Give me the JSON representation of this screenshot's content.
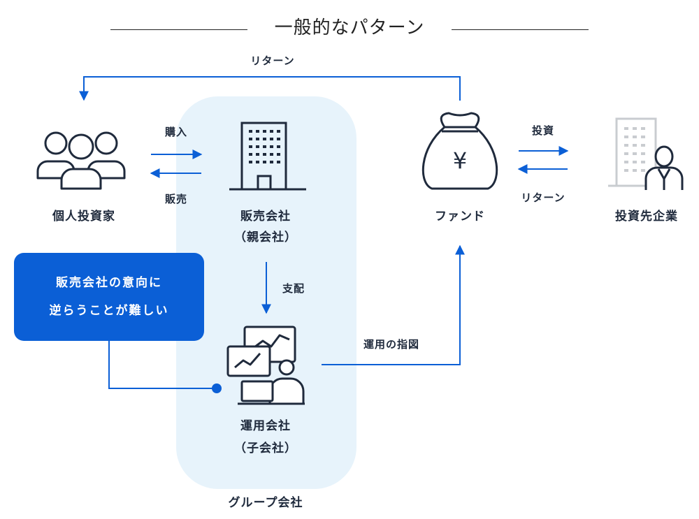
{
  "title": "一般的なパターン",
  "nodes": {
    "investor": {
      "label": "個人投資家"
    },
    "seller": {
      "label_line1": "販売会社",
      "label_line2": "（親会社）"
    },
    "manager": {
      "label_line1": "運用会社",
      "label_line2": "（子会社）"
    },
    "fund": {
      "label": "ファンド",
      "icon_glyph": "¥"
    },
    "company": {
      "label": "投資先企業"
    }
  },
  "group_label": "グループ会社",
  "edges": {
    "return_top": "リターン",
    "purchase": "購入",
    "sale": "販売",
    "control": "支配",
    "instruction": "運用の指図",
    "invest": "投資",
    "return_right": "リターン"
  },
  "note": {
    "line1": "販売会社の意向に",
    "line2": "逆らうことが難しい"
  },
  "colors": {
    "arrow": "#0b5fd6",
    "group_bg": "#e7f3fb",
    "icon_stroke": "#1f2a3c",
    "company_building": "#c9ccd0"
  }
}
